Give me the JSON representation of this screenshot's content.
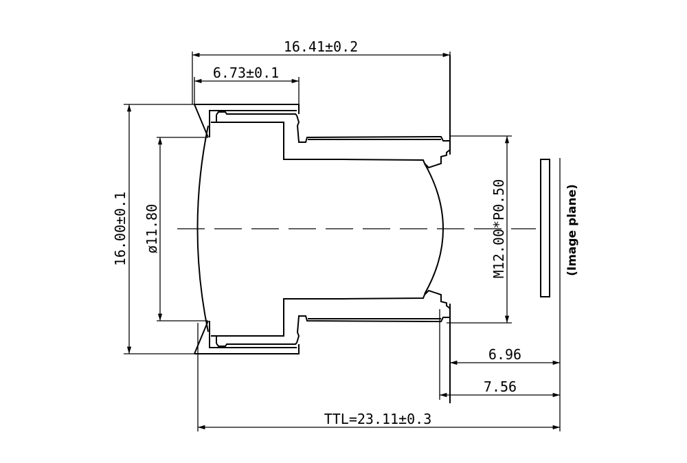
{
  "drawing": {
    "dimensions": {
      "overall_barrel_length": "16.41±0.2",
      "flange_length": "6.73±0.1",
      "outer_diameter": "16.00±0.1",
      "lens_diameter": "ø11.80",
      "thread": "M12.00*P0.50",
      "back_focal_1": "6.96",
      "back_focal_2": "7.56",
      "total_track_length": "TTL=23.11±0.3"
    },
    "image_plane_label": "(Image plane)",
    "line_color": "#000000",
    "background_color": "#ffffff"
  }
}
